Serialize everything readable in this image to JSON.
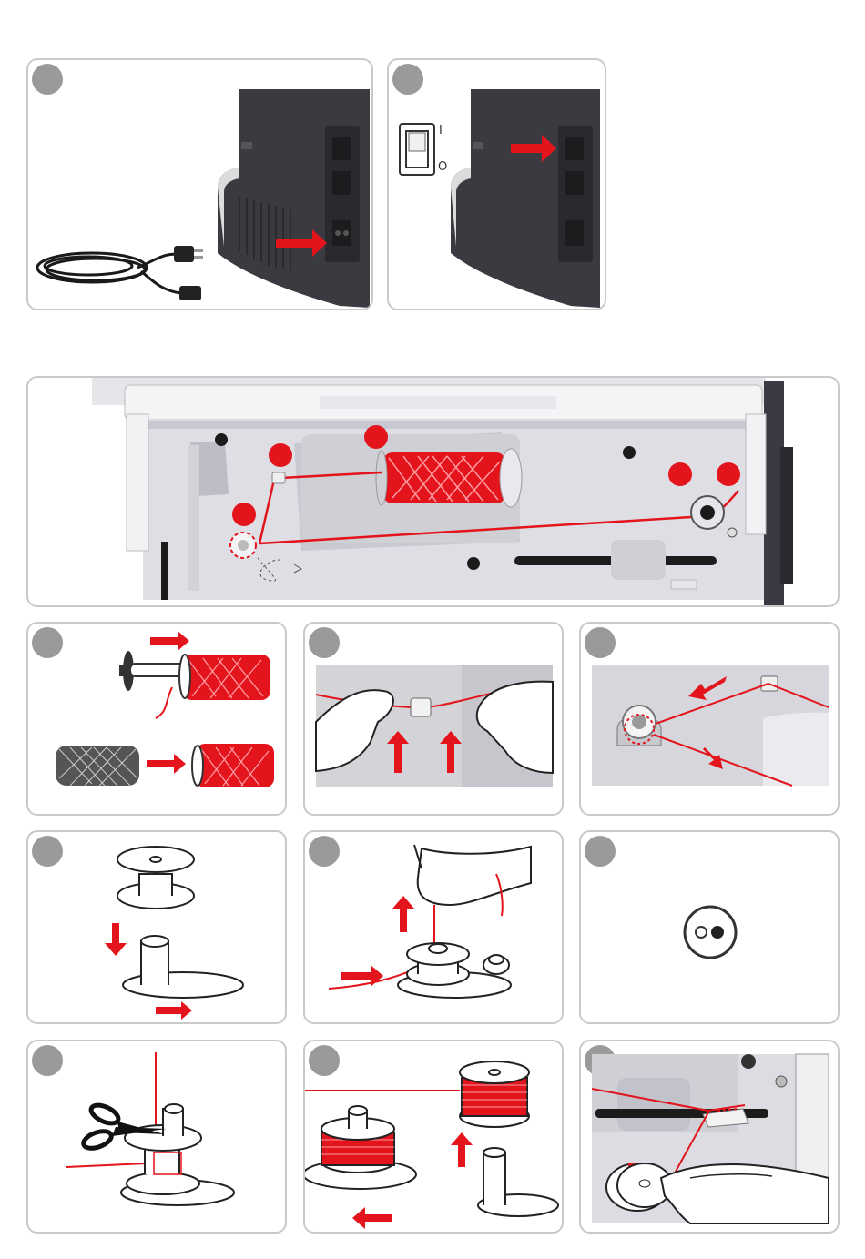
{
  "page": {
    "accent_color": "#e3141c",
    "frame_color": "#c9c9c9",
    "step_circle_color": "#9a9a9a"
  },
  "steps": [
    {
      "id": "power-cord",
      "icon": "power-cord-icon"
    },
    {
      "id": "power-switch",
      "icon": "power-switch-icon",
      "switch_marks": {
        "on": "I",
        "off": "O"
      }
    },
    {
      "id": "threading-overview",
      "icon": "thread-path-icon",
      "badges": 5
    },
    {
      "id": "spool-placement",
      "icon": "spool-icon"
    },
    {
      "id": "thread-guide",
      "icon": "thread-guide-icon"
    },
    {
      "id": "pretension-stud",
      "icon": "pretension-icon"
    },
    {
      "id": "bobbin-on-pin",
      "icon": "bobbin-icon"
    },
    {
      "id": "thread-bobbin-hole",
      "icon": "bobbin-thread-icon"
    },
    {
      "id": "bobbin-winder-button",
      "icon": "bobbin-winder-button-icon"
    },
    {
      "id": "trim-thread",
      "icon": "scissors-icon"
    },
    {
      "id": "remove-bobbin",
      "icon": "bobbin-remove-icon"
    },
    {
      "id": "cut-thread-in-slot",
      "icon": "thread-cutter-icon"
    }
  ]
}
